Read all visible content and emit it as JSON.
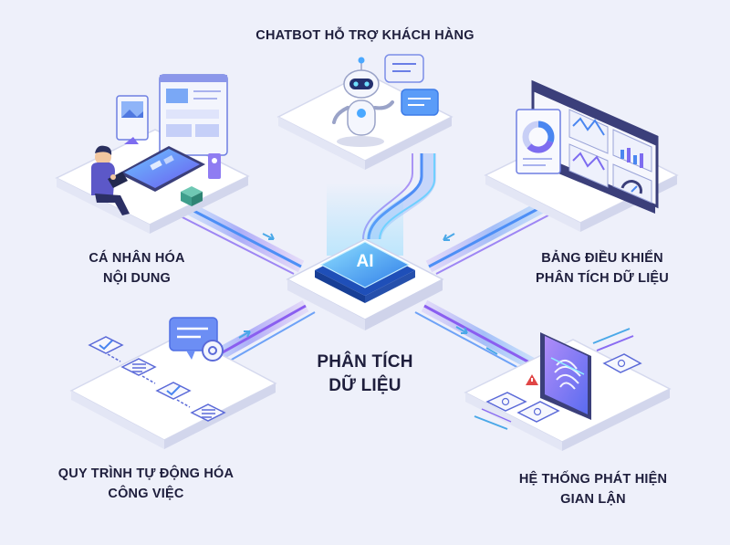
{
  "diagram": {
    "hub_label": "AI",
    "center_title": [
      "PHÂN TÍCH",
      "DỮ LIỆU"
    ],
    "nodes": {
      "chatbot": {
        "label": [
          "CHATBOT HỖ TRỢ KHÁCH HÀNG"
        ],
        "icon": "robot-icon"
      },
      "personalization": {
        "label": [
          "CÁ NHÂN HÓA",
          "NỘI DUNG"
        ],
        "icon": "person-with-tablet-icon"
      },
      "dashboard": {
        "label": [
          "BẢNG ĐIỀU KHIỂN",
          "PHÂN TÍCH DỮ LIỆU"
        ],
        "icon": "dashboard-charts-icon"
      },
      "workflow": {
        "label": [
          "QUY TRÌNH TỰ ĐỘNG HÓA",
          "CÔNG VIỆC"
        ],
        "icon": "workflow-steps-icon"
      },
      "fraud": {
        "label": [
          "HỆ THỐNG PHÁT HIỆN",
          "GIAN LẬN"
        ],
        "icon": "fingerprint-shield-icon"
      }
    },
    "colors": {
      "background": "#eef0fa",
      "platform_top": "#ffffff",
      "platform_side": "#d9dcef",
      "accent_blue": "#3f8cf5",
      "accent_purple": "#7b5cf0",
      "label_text": "#1e1e3c",
      "warning": "#e04646"
    }
  }
}
